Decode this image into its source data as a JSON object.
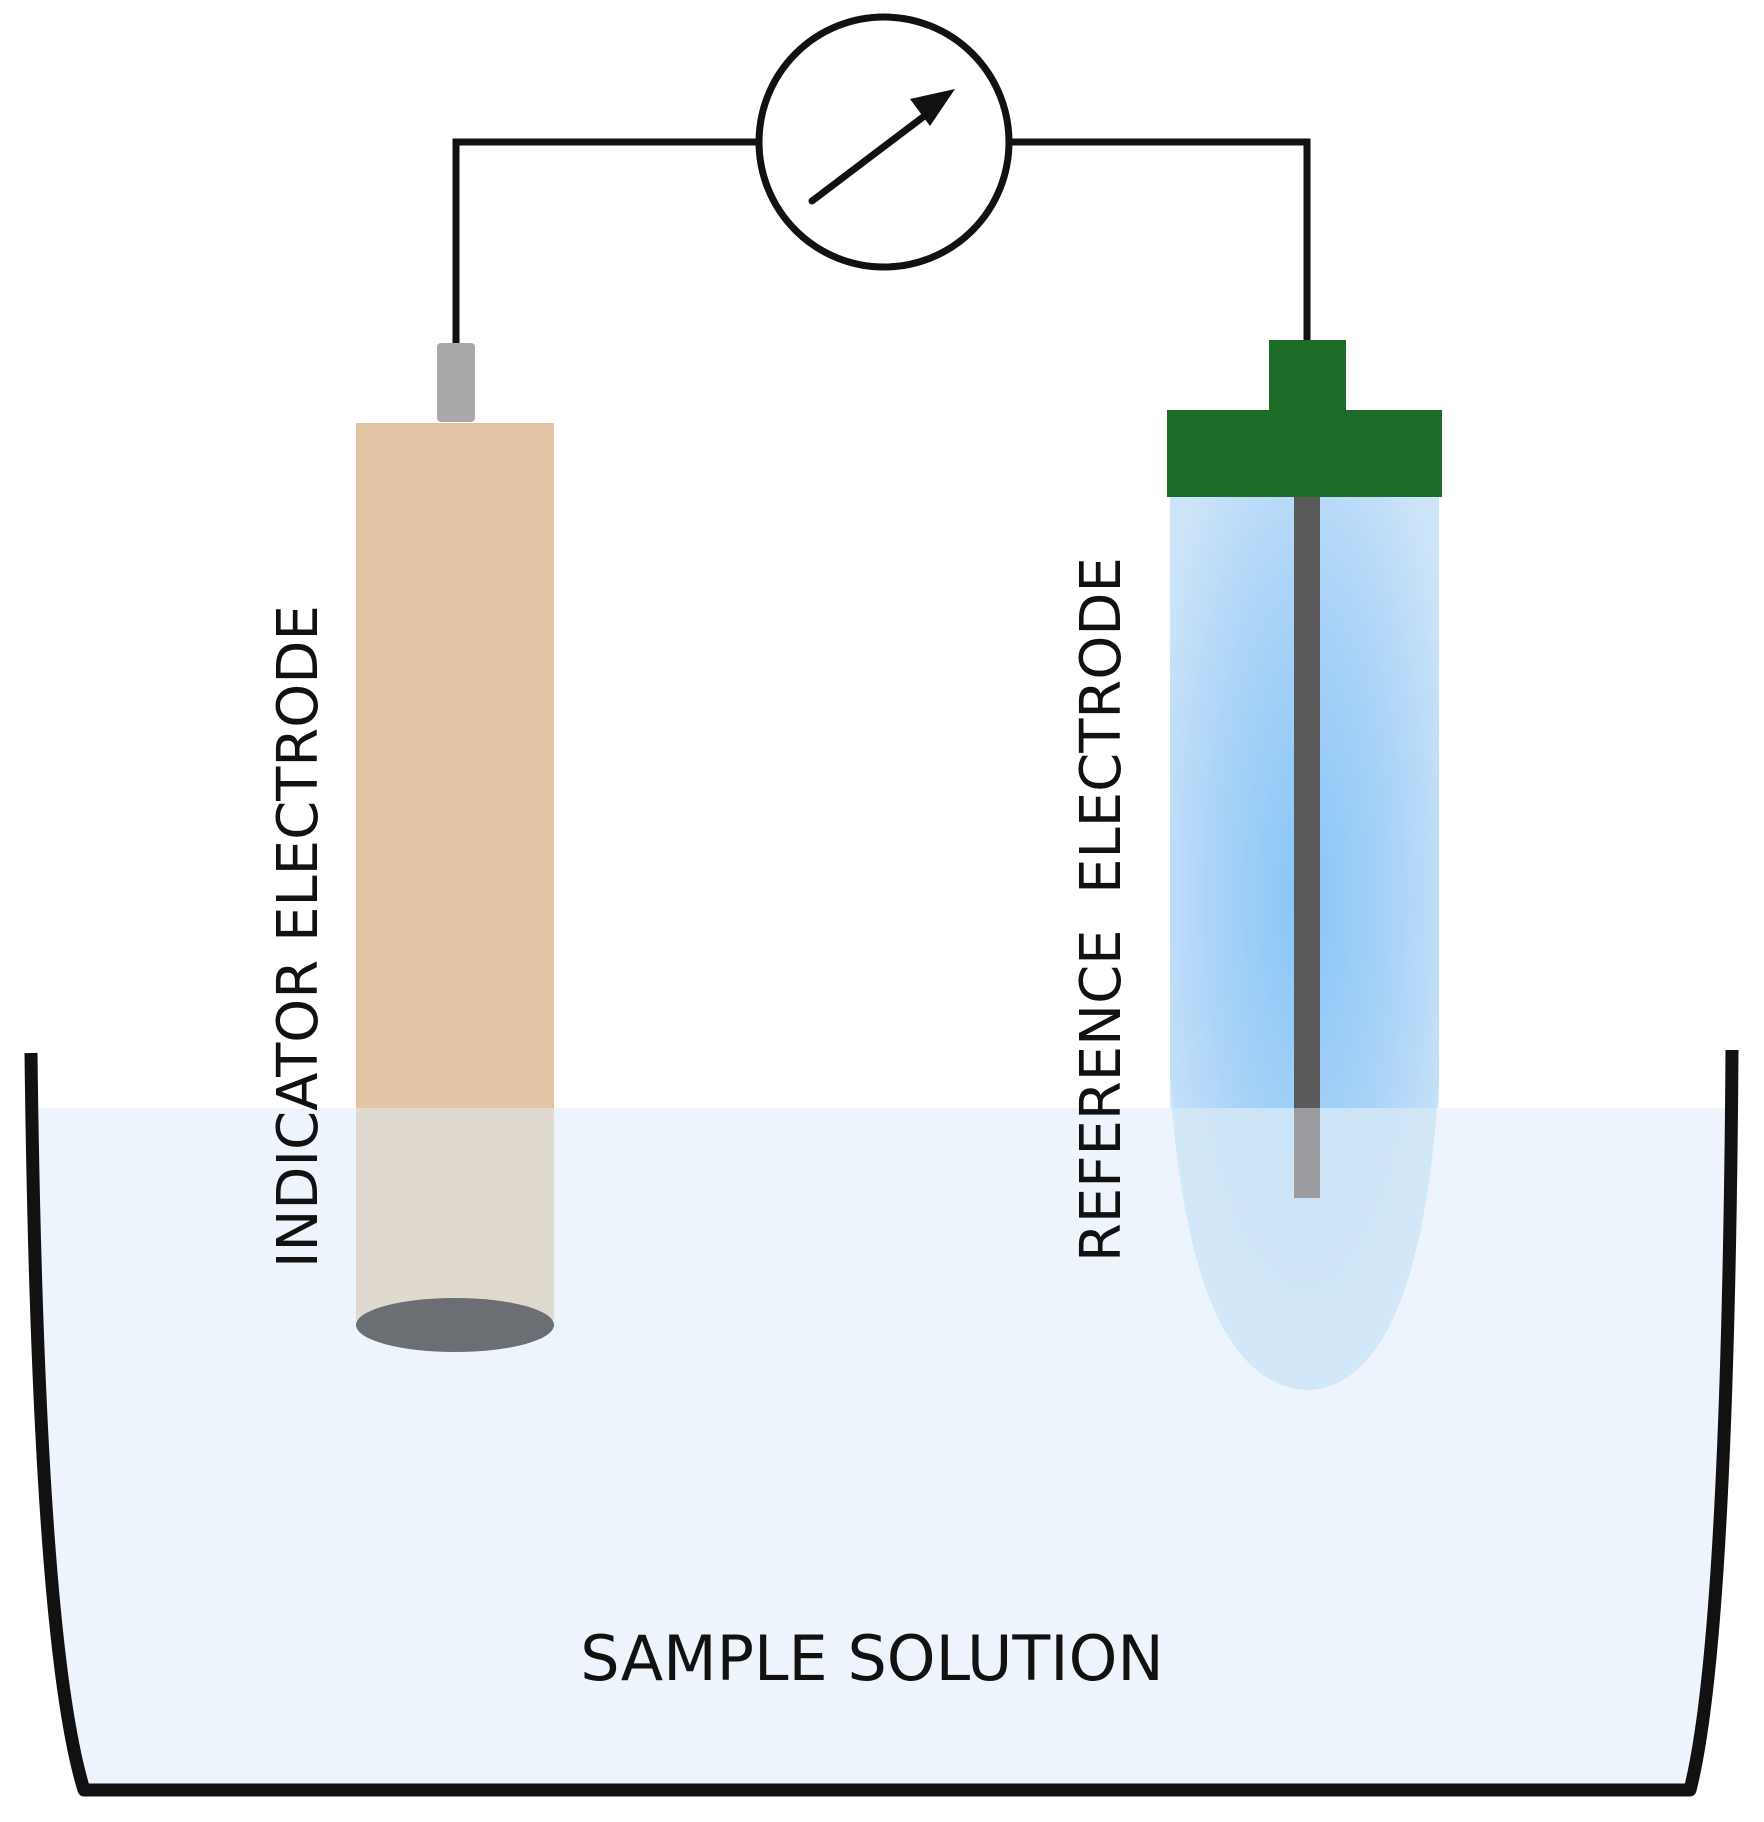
{
  "labels": {
    "indicator": "INDICATOR ELECTRODE",
    "reference": "REFERENCE  ELECTRODE",
    "solution": "SAMPLE SOLUTION"
  },
  "colors": {
    "wire": "#111111",
    "solution": "#eef4fb",
    "indicator_body": "#e3c5a6",
    "indicator_submerged": "#e0d9cf",
    "indicator_tip": "#6b6e72",
    "indicator_connector": "#a9a9a9",
    "reference_cap": "#1c6b26",
    "reference_fill_center": "#88c5f7",
    "reference_fill_edge": "#c6e0f8",
    "reference_rod": "#5a5a5a",
    "reference_rod_submerged": "#9a9ca0"
  },
  "icons": {
    "meter": "voltmeter-icon",
    "needle": "arrow-icon"
  }
}
